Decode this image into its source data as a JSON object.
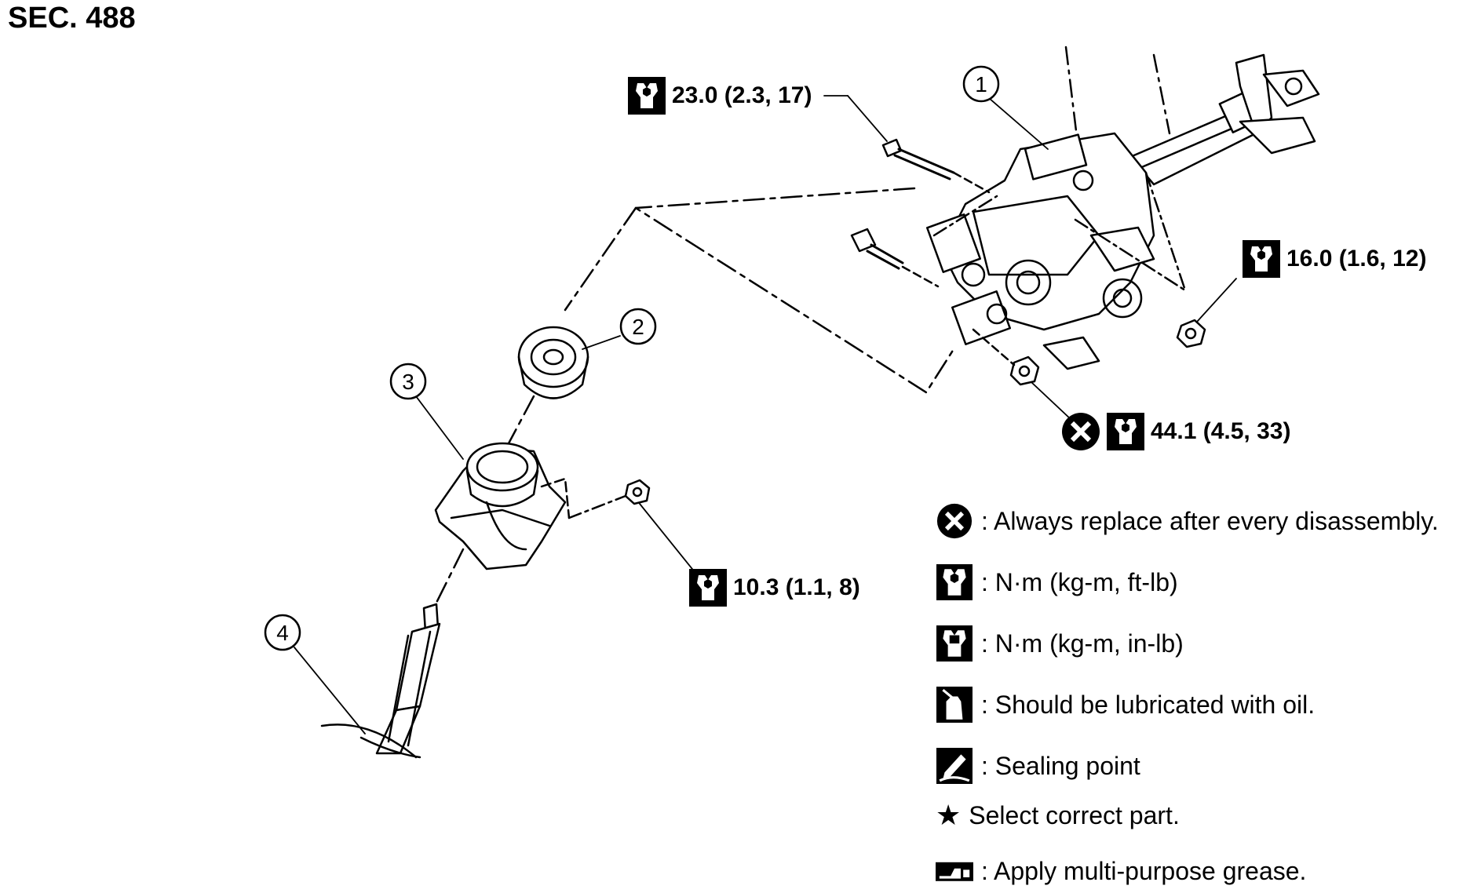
{
  "section": "SEC. 488",
  "callouts": [
    "1",
    "2",
    "3",
    "4"
  ],
  "torques": {
    "t1": "23.0 (2.3, 17)",
    "t2": "16.0 (1.6, 12)",
    "t3": "44.1 (4.5, 33)",
    "t4": "10.3 (1.1, 8)"
  },
  "legend": {
    "replace": ": Always replace after every disassembly.",
    "nm_ftlb": ": N·m (kg-m, ft-lb)",
    "nm_inlb": ": N·m (kg-m, in-lb)",
    "oil": ": Should be lubricated with oil.",
    "sealing": ": Sealing point",
    "select": "Select correct part.",
    "grease": ": Apply multi-purpose grease."
  },
  "icons": [
    "torque-wrench-icon",
    "replace-x-icon",
    "oil-can-icon",
    "sealant-icon",
    "star-icon",
    "grease-icon"
  ]
}
